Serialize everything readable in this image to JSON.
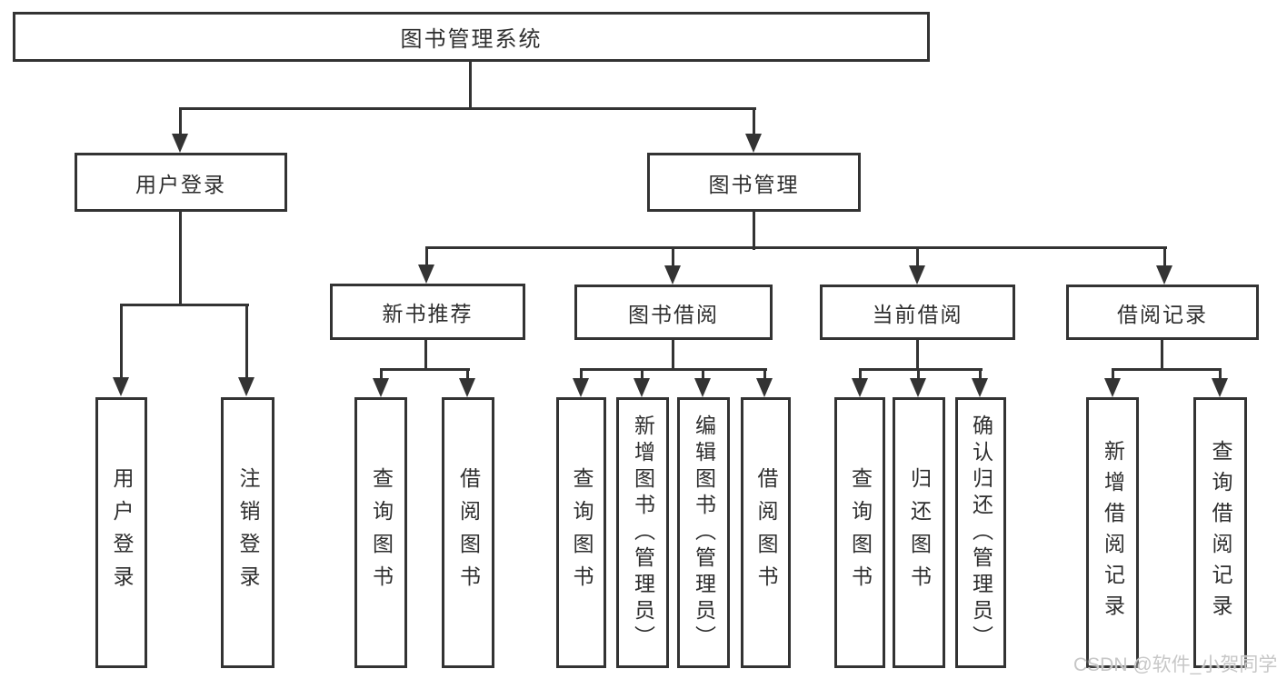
{
  "tree": {
    "label": "图书管理系统",
    "children": [
      {
        "label": "用户登录",
        "children": [
          {
            "label": "用户登录"
          },
          {
            "label": "注销登录"
          }
        ]
      },
      {
        "label": "图书管理",
        "children": [
          {
            "label": "新书推荐",
            "children": [
              {
                "label": "查询图书"
              },
              {
                "label": "借阅图书"
              }
            ]
          },
          {
            "label": "图书借阅",
            "children": [
              {
                "label": "查询图书"
              },
              {
                "label": "新增图书（管理员）"
              },
              {
                "label": "编辑图书（管理员）"
              },
              {
                "label": "借阅图书"
              }
            ]
          },
          {
            "label": "当前借阅",
            "children": [
              {
                "label": "查询图书"
              },
              {
                "label": "归还图书"
              },
              {
                "label": "确认归还（管理员）"
              }
            ]
          },
          {
            "label": "借阅记录",
            "children": [
              {
                "label": "新增借阅记录"
              },
              {
                "label": "查询借阅记录"
              }
            ]
          }
        ]
      }
    ]
  },
  "watermark": {
    "text": "CSDN @软件_小贺同学"
  },
  "colors": {
    "line": "#333333",
    "text": "#2e2e2e",
    "watermark": "#c7c7c7",
    "background": "#ffffff"
  }
}
